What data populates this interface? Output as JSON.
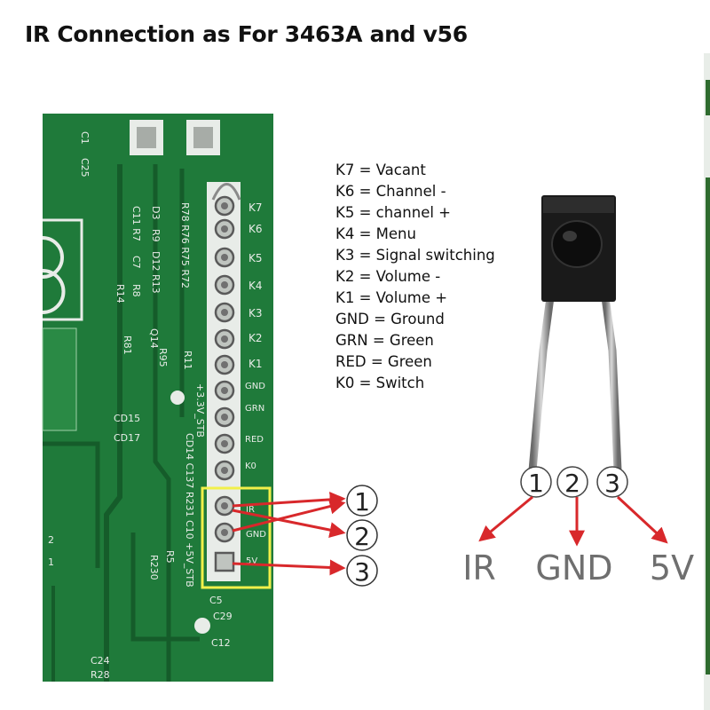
{
  "title": "IR Connection as For 3463A and v56",
  "legend": [
    "K7 = Vacant",
    "K6 = Channel -",
    "K5 = channel +",
    "K4 = Menu",
    "K3 = Signal switching",
    "K2 = Volume -",
    "K1 = Volume +",
    "GND = Ground",
    "GRN = Green",
    "RED = Green",
    "K0 = Switch"
  ],
  "board": {
    "pin_labels": [
      "K7",
      "K6",
      "K5",
      "K4",
      "K3",
      "K2",
      "K1",
      "GND",
      "GRN",
      "RED",
      "K0",
      "IR",
      "GND",
      "5V"
    ],
    "silk_labels": {
      "c1": "C1",
      "c25": "C25",
      "r78": "R78 R76 R75 R72",
      "d3": "D3",
      "r9": "R9",
      "c11": "C11 R7",
      "c7": "C7",
      "d12": "D12 R13",
      "r8": "R8",
      "r14": "R14",
      "q14": "Q14",
      "r81": "R81",
      "r95": "R95",
      "r11": "R11",
      "v33": "+3.3V_STB",
      "cd15": "CD15",
      "cd17": "CD17",
      "cd14": "CD14 C137 R231 C10 +5V_STB",
      "r5": "R5",
      "r230": "R230",
      "c5": "C5",
      "c29": "C29",
      "c12": "C12",
      "c24": "C24",
      "r28": "R28",
      "n2": "2",
      "n1": "1"
    }
  },
  "callouts": [
    "1",
    "2",
    "3"
  ],
  "sensor": {
    "pin_numbers": [
      "1",
      "2",
      "3"
    ],
    "pin_names": [
      "IR",
      "GND",
      "5V"
    ]
  },
  "colors": {
    "pcb": "#1f7a3a",
    "pcb_dark": "#155c2a",
    "header": "#e8ece8",
    "highlight": "#f2f04a",
    "arrow": "#d8282b",
    "sensor_body": "#1a1a1a"
  }
}
